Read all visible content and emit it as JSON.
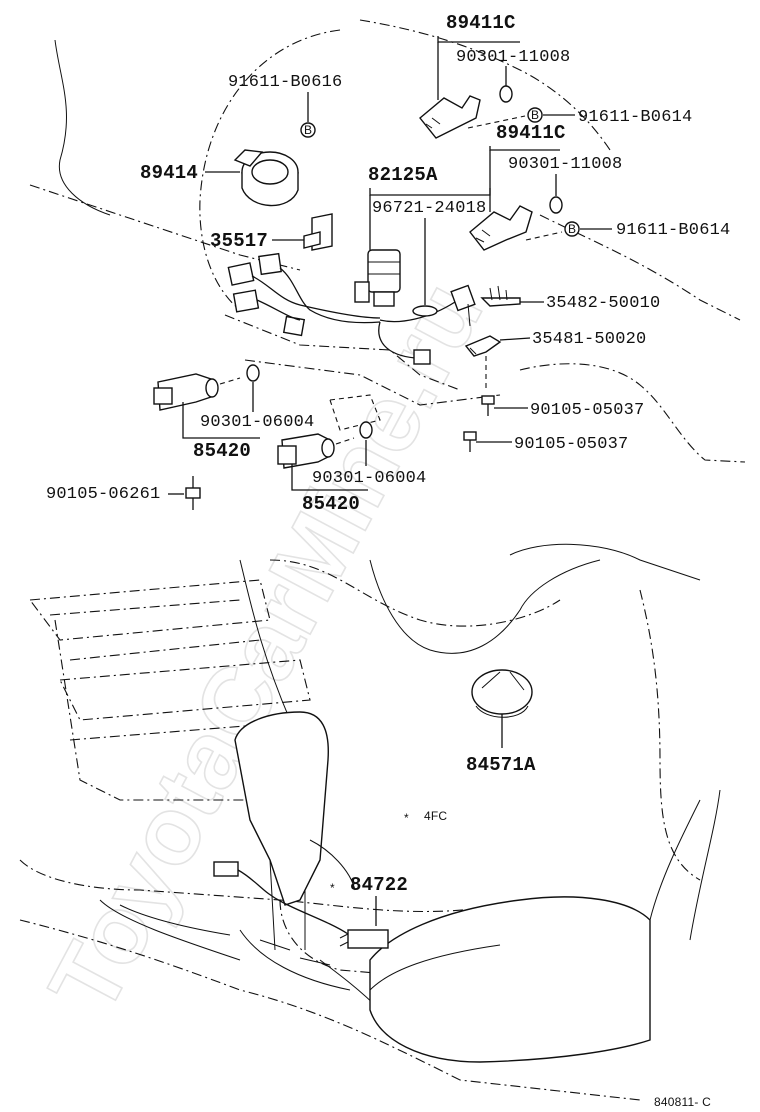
{
  "watermark": "ToyotaCarMine.ru",
  "figure_id": "840811- C",
  "callouts": {
    "p89411c_top": "89411C",
    "p90301_11008_top": "90301-11008",
    "p91611_b0616": "91611-B0616",
    "b_marker": "B",
    "p91611_b0614_top": "91611-B0614",
    "p89411c_mid": "89411C",
    "p89414": "89414",
    "p82125a": "82125A",
    "p90301_11008_mid": "90301-11008",
    "p96721_24018": "96721-24018",
    "p91611_b0614_mid": "91611-B0614",
    "p35517": "35517",
    "p35482_50010": "35482-50010",
    "p35481_50020": "35481-50020",
    "p90105_05037_a": "90105-05037",
    "p90105_05037_b": "90105-05037",
    "p90301_06004_a": "90301-06004",
    "p85420_a": "85420",
    "p90301_06004_b": "90301-06004",
    "p85420_b": "85420",
    "p90105_06261": "90105-06261",
    "p84571a": "84571A",
    "note_4fc": "4FC",
    "p84722": "84722",
    "asterisk": "*"
  }
}
